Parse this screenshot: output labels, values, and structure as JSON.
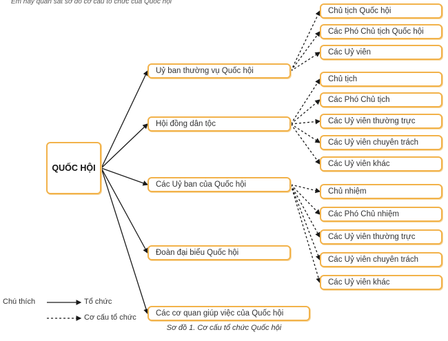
{
  "header_fragment": "Em hãy quan sát sơ đồ cơ cấu tổ chức của Quốc hội",
  "root": {
    "label": "QUỐC HỘI"
  },
  "branches": [
    {
      "label": "Uỷ ban thường vụ Quốc hội",
      "children": [
        "Chủ tịch Quốc hội",
        "Các Phó Chủ tịch Quốc hội",
        "Các Uỷ viên"
      ]
    },
    {
      "label": "Hội đồng dân tộc",
      "children": [
        "Chủ tịch",
        "Các Phó Chủ tịch",
        "Các Uỷ viên thường trực",
        "Các Uỷ viên chuyên trách",
        "Các Uỷ viên khác"
      ]
    },
    {
      "label": "Các Uỷ ban của Quốc hội",
      "children": [
        "Chủ nhiệm",
        "Các Phó Chủ nhiệm",
        "Các Uỷ viên thường trực",
        "Các Uỷ viên chuyên trách",
        "Các Uỷ viên khác"
      ]
    },
    {
      "label": "Đoàn đại biểu Quốc hội",
      "children": []
    },
    {
      "label": "Các cơ quan giúp việc của Quốc hội",
      "children": []
    }
  ],
  "legend": {
    "title": "Chú thích",
    "solid_label": "Tổ chức",
    "dashed_label": "Cơ cấu tổ chức"
  },
  "caption": "Sơ đồ 1. Cơ cấu tổ chức Quốc hội",
  "colors": {
    "box_border": "#f2b24a",
    "line": "#1a1a1a"
  }
}
